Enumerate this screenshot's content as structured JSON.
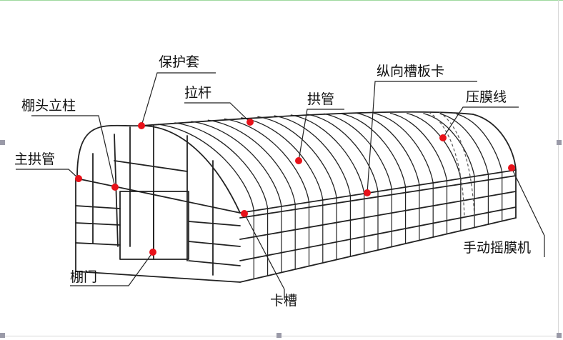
{
  "labels": {
    "baohutao": "保护套",
    "lagan": "拉杆",
    "gongguan": "拱管",
    "zongxiang": "纵向槽板卡",
    "yamoxian": "压膜线",
    "pengtou": "棚头立柱",
    "zhugong": "主拱管",
    "shoudong": "手动摇膜机",
    "pengmen": "棚门",
    "kacao": "卡槽"
  },
  "colors": {
    "marker": "#e8121a",
    "line": "#222222"
  }
}
